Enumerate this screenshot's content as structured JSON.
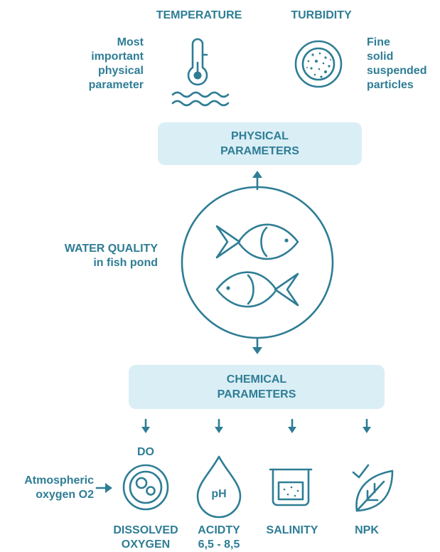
{
  "physical": {
    "temperature": {
      "title": "TEMPERATURE",
      "desc": [
        "Most",
        "important",
        "physical",
        "parameter"
      ]
    },
    "turbidity": {
      "title": "TURBIDITY",
      "desc": [
        "Fine",
        "solid",
        "suspended",
        "particles"
      ]
    },
    "box": [
      "PHYSICAL",
      "PARAMETERS"
    ]
  },
  "center": {
    "label": [
      "WATER QUALITY",
      "in fish pond"
    ]
  },
  "chemical": {
    "box": [
      "CHEMICAL",
      "PARAMETERS"
    ],
    "do_label": "DO",
    "input_label": [
      "Atmospheric",
      "oxygen O2"
    ],
    "ph_text": "pH",
    "items": [
      {
        "label": [
          "DISSOLVED",
          "OXYGEN"
        ]
      },
      {
        "label": [
          "ACIDTY",
          "6,5 - 8,5"
        ]
      },
      {
        "label": [
          "SALINITY"
        ]
      },
      {
        "label": [
          "NPK"
        ]
      }
    ]
  },
  "colors": {
    "primary": "#2e7d95",
    "box_fill": "#daeef6",
    "background": "#ffffff"
  },
  "icons": [
    "thermometer-icon",
    "waves-icon",
    "turbidity-icon",
    "fish-icon",
    "oxygen-bubbles-icon",
    "drop-icon",
    "beaker-icon",
    "leaf-icon",
    "checkmark-icon"
  ]
}
